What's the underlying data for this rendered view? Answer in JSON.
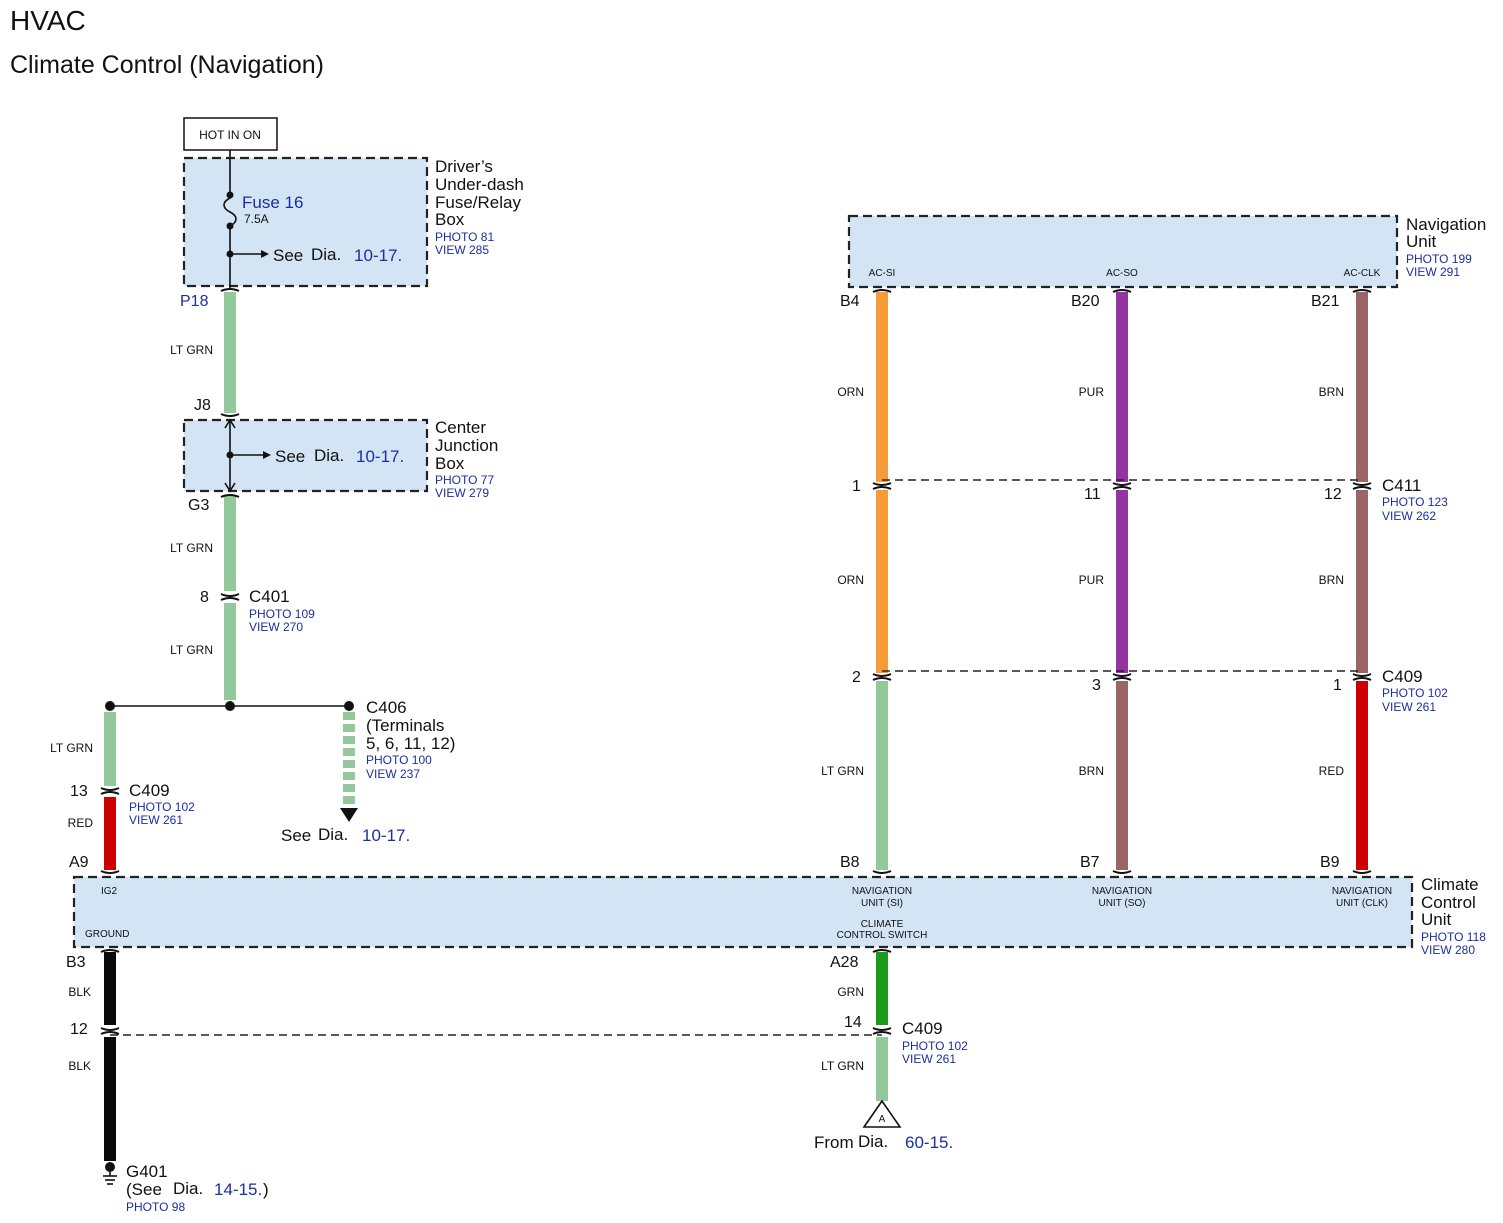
{
  "header": {
    "title": "HVAC",
    "subtitle": "Climate Control (Navigation)"
  },
  "power_source": {
    "label": "HOT IN ON"
  },
  "fuse_box": {
    "name_lines": [
      "Driver’s",
      "Under-dash",
      "Fuse/Relay",
      "Box"
    ],
    "photo": "PHOTO 81",
    "view": "VIEW 285",
    "fuse_label": "Fuse 16",
    "fuse_rating": "7.5A",
    "see_text": "See",
    "dia_text": "Dia.",
    "dia_ref": "10-17.",
    "pin": "P18"
  },
  "junction_box": {
    "name_lines": [
      "Center",
      "Junction",
      "Box"
    ],
    "photo": "PHOTO 77",
    "view": "VIEW 279",
    "see_text": "See",
    "dia_text": "Dia.",
    "dia_ref": "10-17.",
    "pin_top": "J8",
    "pin_bottom": "G3"
  },
  "c401": {
    "name": "C401",
    "pin": "8",
    "photo": "PHOTO 109",
    "view": "VIEW 270"
  },
  "c406": {
    "name": "C406",
    "terminals_lines": [
      "(Terminals",
      "5, 6, 11, 12)"
    ],
    "photo": "PHOTO 100",
    "view": "VIEW 237",
    "see_text": "See",
    "dia_text": "Dia.",
    "dia_ref": "10-17."
  },
  "c409_left": {
    "name": "C409",
    "pin": "13",
    "photo": "PHOTO 102",
    "view": "VIEW 261"
  },
  "wire_colors": {
    "lt_grn": "LT GRN",
    "red": "RED",
    "orn": "ORN",
    "pur": "PUR",
    "brn": "BRN",
    "blk": "BLK",
    "grn": "GRN"
  },
  "navigation_unit": {
    "name_lines": [
      "Navigation",
      "Unit"
    ],
    "photo": "PHOTO 199",
    "view": "VIEW 291",
    "terminals": [
      "AC-SI",
      "AC-SO",
      "AC-CLK"
    ],
    "pins": [
      "B4",
      "B20",
      "B21"
    ]
  },
  "c411": {
    "name": "C411",
    "pins": [
      "1",
      "11",
      "12"
    ],
    "photo": "PHOTO 123",
    "view": "VIEW 262"
  },
  "c409_right": {
    "name": "C409",
    "pins": [
      "2",
      "3",
      "1"
    ],
    "photo": "PHOTO 102",
    "view": "VIEW 261"
  },
  "climate_unit": {
    "name_lines": [
      "Climate",
      "Control",
      "Unit"
    ],
    "photo": "PHOTO 118",
    "view": "VIEW 280",
    "ig2": "IG2",
    "ground": "GROUND",
    "nav_si_lines": [
      "NAVIGATION",
      "UNIT (SI)"
    ],
    "nav_so_lines": [
      "NAVIGATION",
      "UNIT (SO)"
    ],
    "nav_clk_lines": [
      "NAVIGATION",
      "UNIT (CLK)"
    ],
    "switch_lines": [
      "CLIMATE",
      "CONTROL SWITCH"
    ],
    "pins_top": [
      "A9",
      "B8",
      "B7",
      "B9"
    ],
    "pins_bottom": [
      "B3",
      "A28"
    ]
  },
  "c409_bottom": {
    "name": "C409",
    "pin_left": "12",
    "pin_right": "14",
    "photo": "PHOTO 102",
    "view": "VIEW 261"
  },
  "ground_point": {
    "name": "G401",
    "see_text": "(See",
    "dia_text": "Dia.",
    "dia_ref": "14-15.",
    "close": ")",
    "photo": "PHOTO 98"
  },
  "from_ref": {
    "marker": "A",
    "from_text": "From",
    "dia_text": "Dia.",
    "dia_ref": "60-15."
  },
  "colors": {
    "lt_grn": "#93c99a",
    "orn": "#f79a38",
    "pur": "#9434a0",
    "brn": "#9a6665",
    "red": "#cc0000",
    "blk": "#0a0a0a",
    "grn": "#1a9a1a",
    "box_fill": "#d3e4f5",
    "link_blue": "#1c2ea0"
  }
}
